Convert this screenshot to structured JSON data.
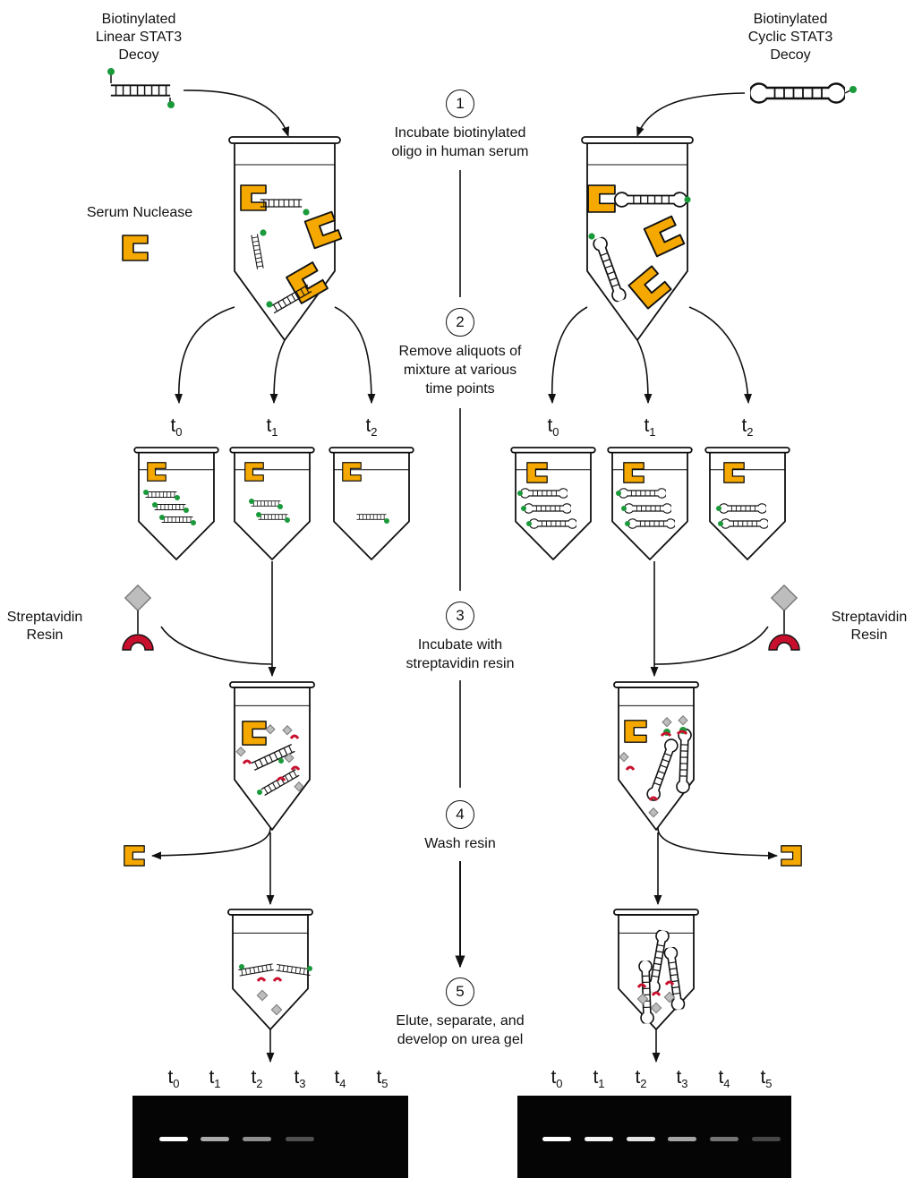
{
  "linear_decoy_label": "Biotinylated\nLinear STAT3\nDecoy",
  "cyclic_decoy_label": "Biotinylated\nCyclic STAT3\nDecoy",
  "nuclease_label": "Serum Nuclease",
  "streptavidin_label": "Streptavidin\nResin",
  "steps": [
    {
      "num": "1",
      "text": "Incubate biotinylated\noligo in human serum"
    },
    {
      "num": "2",
      "text": "Remove aliquots of\nmixture at various\ntime points"
    },
    {
      "num": "3",
      "text": "Incubate with\nstreptavidin resin"
    },
    {
      "num": "4",
      "text": "Wash resin"
    },
    {
      "num": "5",
      "text": "Elute, separate, and\ndevelop on urea gel"
    }
  ],
  "aliquot_labels": [
    "t",
    "t",
    "t"
  ],
  "aliquot_subs": [
    "0",
    "1",
    "2"
  ],
  "gel_labels": [
    "t",
    "t",
    "t",
    "t",
    "t",
    "t"
  ],
  "gel_subs": [
    "0",
    "1",
    "2",
    "3",
    "4",
    "5"
  ],
  "gel_left_bands": [
    1.0,
    0.62,
    0.5,
    0.22,
    0,
    0
  ],
  "gel_right_bands": [
    1.0,
    0.95,
    0.88,
    0.6,
    0.38,
    0.18
  ],
  "colors": {
    "nuclease": "#F5A800",
    "biotin": "#1A9A3A",
    "streptavidin": "#C8102E",
    "resin_bead": "#BDBDBD",
    "gel": "#050505"
  }
}
